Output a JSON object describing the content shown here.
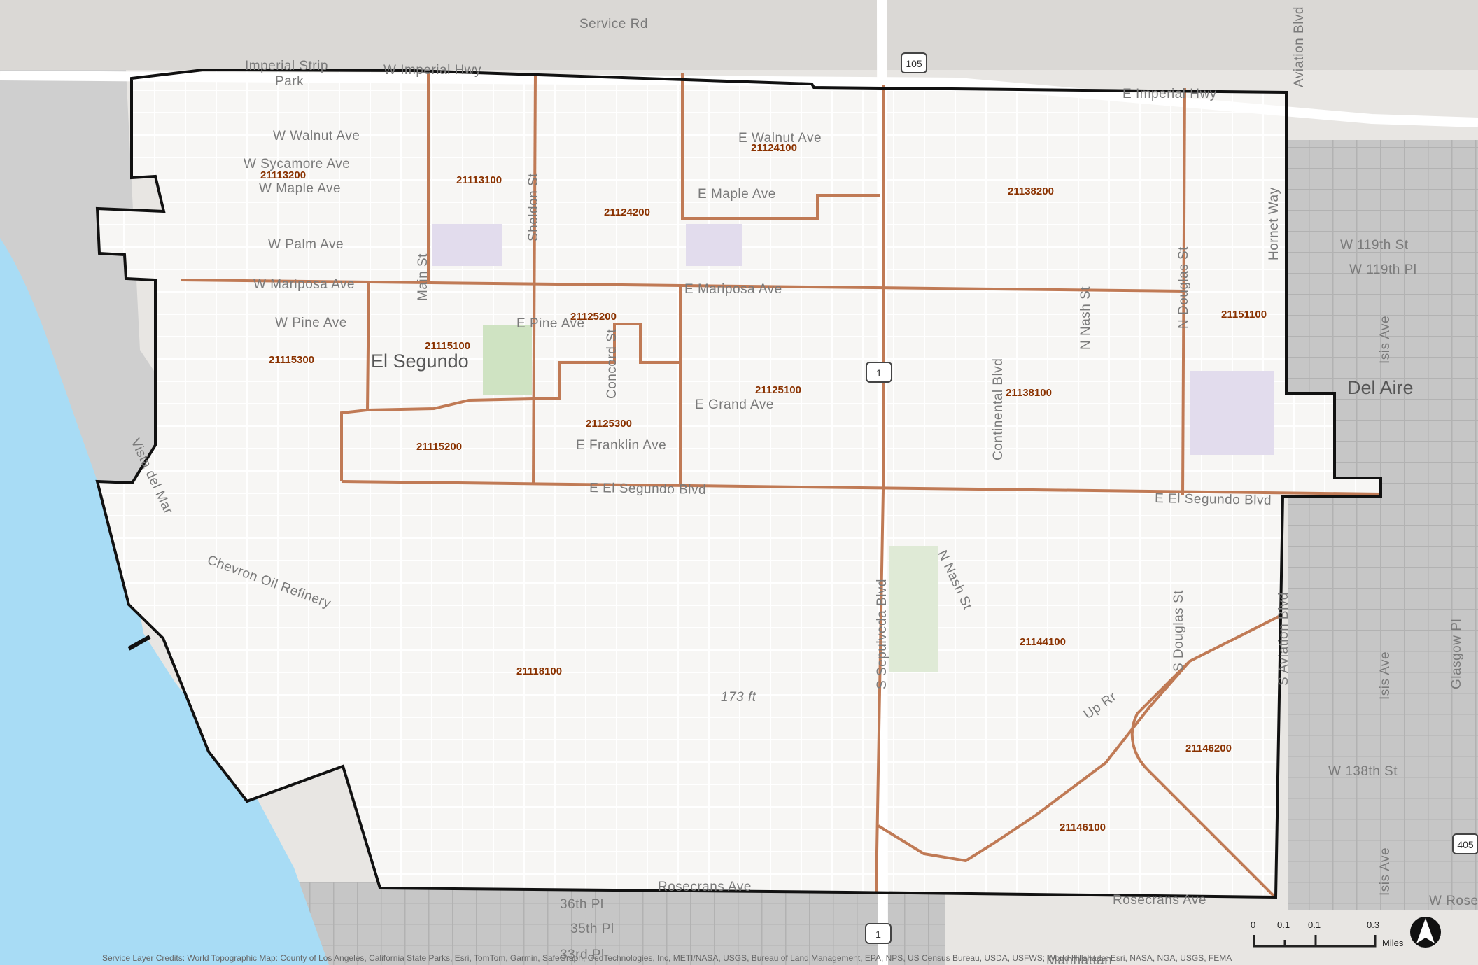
{
  "map": {
    "place_labels": [
      {
        "id": "el-segundo",
        "text": "El Segundo"
      },
      {
        "id": "del-aire",
        "text": "Del Aire"
      }
    ],
    "park_labels": [
      "Imperial Strip",
      "Park"
    ],
    "street_labels": [
      "Service Rd",
      "W Imperial Hwy",
      "E Imperial Hwy",
      "W Walnut Ave",
      "E Walnut Ave",
      "W Sycamore Ave",
      "W Maple Ave",
      "E Maple Ave",
      "W Palm Ave",
      "W Mariposa Ave",
      "E Mariposa Ave",
      "W Pine Ave",
      "E Pine Ave",
      "E Grand Ave",
      "E Franklin Ave",
      "E El Segundo Blvd",
      "E El Segundo Blvd",
      "Main St",
      "Sheldon St",
      "Concord St",
      "Continental Blvd",
      "N Nash St",
      "N Douglas St",
      "Hornet Way",
      "Aviation Blvd",
      "W 119th St",
      "W 119th Pl",
      "Isis Ave",
      "Vista del Mar",
      "Chevron Oil Refinery",
      "S Sepulveda Blvd",
      "N Nash St",
      "S Douglas St",
      "Up Rr",
      "S Aviation Blvd",
      "Isis Ave",
      "Glasgow Pl",
      "W 138th St",
      "Isis Ave",
      "Rosecrans Ave",
      "Rosecrans Ave",
      "36th Pl",
      "35th Pl",
      "33rd Pl",
      "Manhattan",
      "W Rose"
    ],
    "elevation_label": "173 ft",
    "highway_shields": [
      "105",
      "1",
      "1",
      "405"
    ],
    "census_tracts": [
      "21113200",
      "21113100",
      "21124200",
      "21124100",
      "21138200",
      "21151100",
      "21125200",
      "21115100",
      "21115300",
      "21125100",
      "21138100",
      "21125300",
      "21115200",
      "21118100",
      "21144100",
      "21146200",
      "21146100"
    ],
    "scale_bar": {
      "ticks": [
        "0",
        "0.1",
        "0.1",
        "0.3"
      ],
      "unit": "Miles"
    },
    "north_arrow_icon": "north-arrow-icon",
    "credits": "Service Layer Credits: World Topographic Map: County of Los Angeles, California State Parks, Esri, TomTom, Garmin, SafeGraph, GeoTechnologies, Inc, METI/NASA, USGS, Bureau of Land Management, EPA, NPS, US Census Bureau, USDA, USFWS; World Hillshade: Esri, NASA, NGA, USGS, FEMA",
    "colors": {
      "water": "#a8dcf5",
      "inside": "#f7f6f4",
      "outside": "#c9c9c9",
      "tract_line": "#c07a55",
      "boundary": "#111111",
      "park": "#cfe3c2",
      "school": "#e2dced",
      "tract_label": "#8a3200"
    }
  }
}
